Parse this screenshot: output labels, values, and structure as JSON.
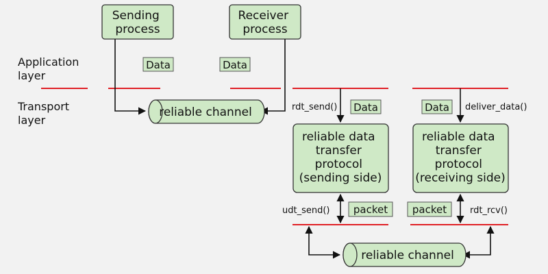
{
  "layers": {
    "application": [
      "Application",
      "layer"
    ],
    "transport": [
      "Transport",
      "layer"
    ]
  },
  "processes": {
    "sending": [
      "Sending",
      "process"
    ],
    "receiver": [
      "Receiver",
      "process"
    ]
  },
  "data_tags": {
    "app_left": "Data",
    "app_right": "Data",
    "send_side": "Data",
    "recv_side": "Data"
  },
  "channels": {
    "top": "reliable channel",
    "bottom": "reliable channel"
  },
  "protocols": {
    "sending": [
      "reliable data",
      "transfer",
      "protocol",
      "(sending side)"
    ],
    "receiving": [
      "reliable data",
      "transfer",
      "protocol",
      "(receiving side)"
    ]
  },
  "calls": {
    "rdt_send": "rdt_send()",
    "deliver_data": "deliver_data()",
    "udt_send": "udt_send()",
    "rdt_rcv": "rdt_rcv()"
  },
  "packet_tags": {
    "send_side": "packet",
    "recv_side": "packet"
  },
  "colors": {
    "box_fill": "#cfe9c6",
    "layer_line": "#e01e24",
    "background": "#f2f2f2"
  }
}
